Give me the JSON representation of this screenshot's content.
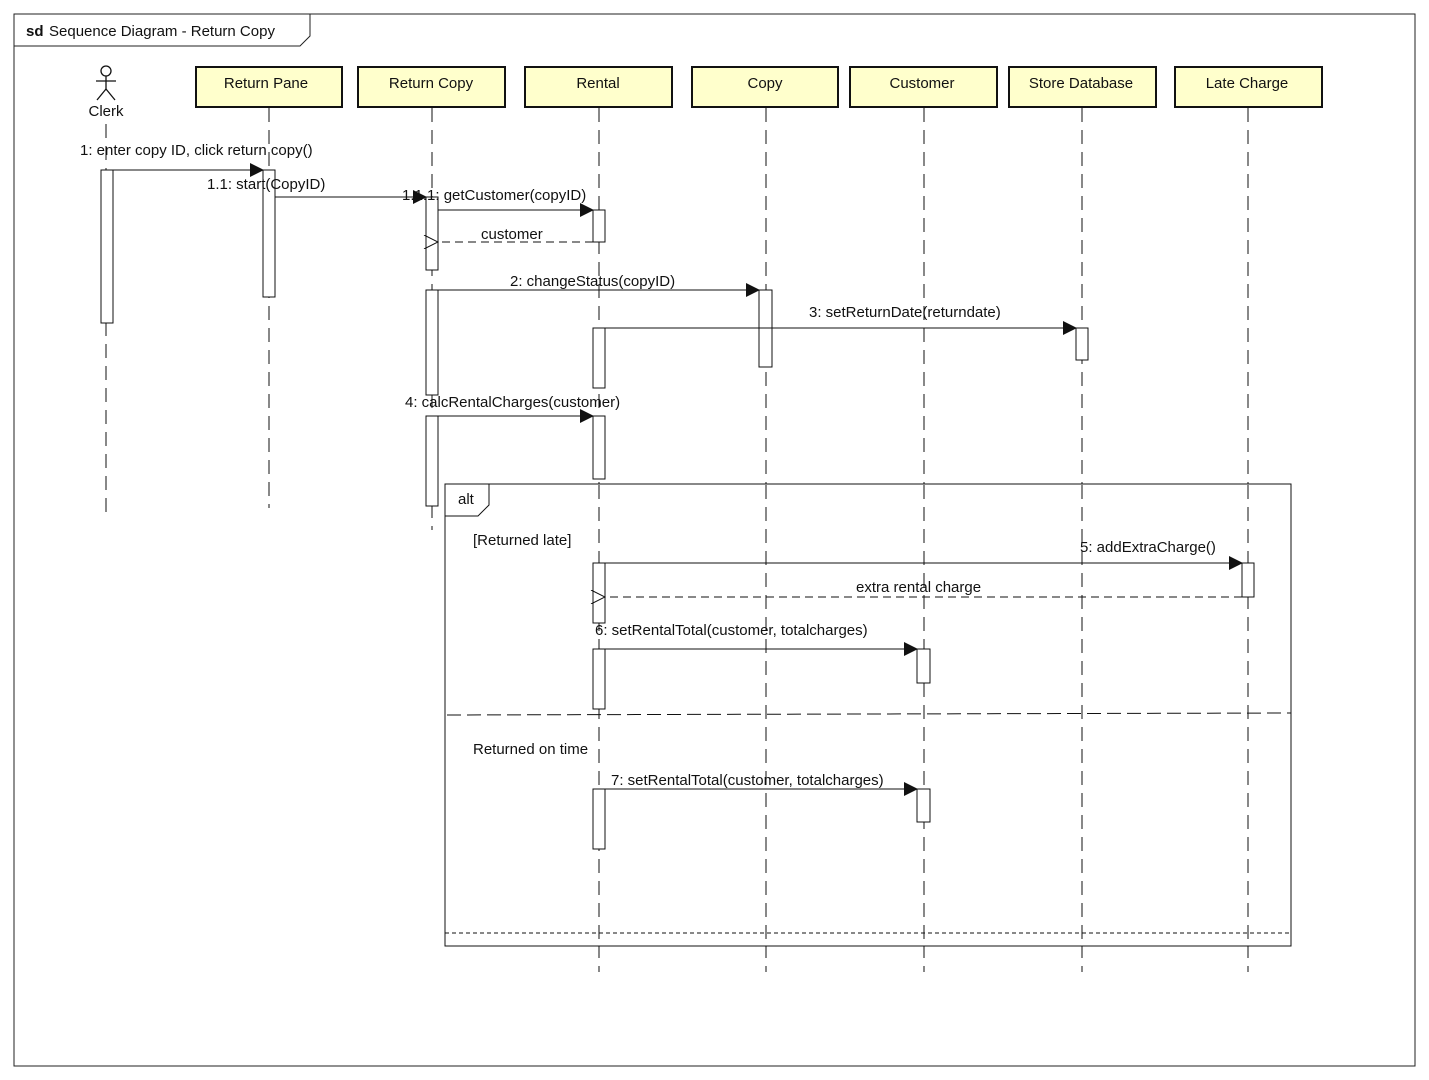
{
  "frame": {
    "keyword": "sd",
    "title": "Sequence Diagram - Return Copy"
  },
  "actor": {
    "name": "Clerk"
  },
  "lifelines": [
    {
      "id": "return-pane",
      "name": "Return Pane"
    },
    {
      "id": "return-copy",
      "name": "Return Copy"
    },
    {
      "id": "rental",
      "name": "Rental"
    },
    {
      "id": "copy",
      "name": "Copy"
    },
    {
      "id": "customer",
      "name": "Customer"
    },
    {
      "id": "store-database",
      "name": "Store Database"
    },
    {
      "id": "late-charge",
      "name": "Late Charge"
    }
  ],
  "messages": [
    {
      "id": "m1",
      "label": "1: enter  copy ID, click return copy()",
      "kind": "sync"
    },
    {
      "id": "m11",
      "label": "1.1: start(CopyID)",
      "kind": "sync"
    },
    {
      "id": "m111",
      "label": "1.1.1: getCustomer(copyID)",
      "kind": "sync"
    },
    {
      "id": "r111",
      "label": "customer",
      "kind": "reply"
    },
    {
      "id": "m2",
      "label": "2: changeStatus(copyID)",
      "kind": "sync"
    },
    {
      "id": "m3",
      "label": "3: setReturnDate(returndate)",
      "kind": "sync"
    },
    {
      "id": "m4",
      "label": "4: calcRentalCharges(customer)",
      "kind": "sync"
    },
    {
      "id": "m5",
      "label": "5: addExtraCharge()",
      "kind": "sync"
    },
    {
      "id": "r5",
      "label": "extra rental charge",
      "kind": "reply"
    },
    {
      "id": "m6",
      "label": "6: setRentalTotal(customer, totalcharges)",
      "kind": "sync"
    },
    {
      "id": "m7",
      "label": "7: setRentalTotal(customer, totalcharges)",
      "kind": "sync"
    }
  ],
  "fragment": {
    "operator": "alt",
    "guards": [
      "[Returned late]",
      "Returned on time"
    ]
  },
  "colors": {
    "lifeline_head_fill": "#ffffcc",
    "stroke": "#111111"
  }
}
